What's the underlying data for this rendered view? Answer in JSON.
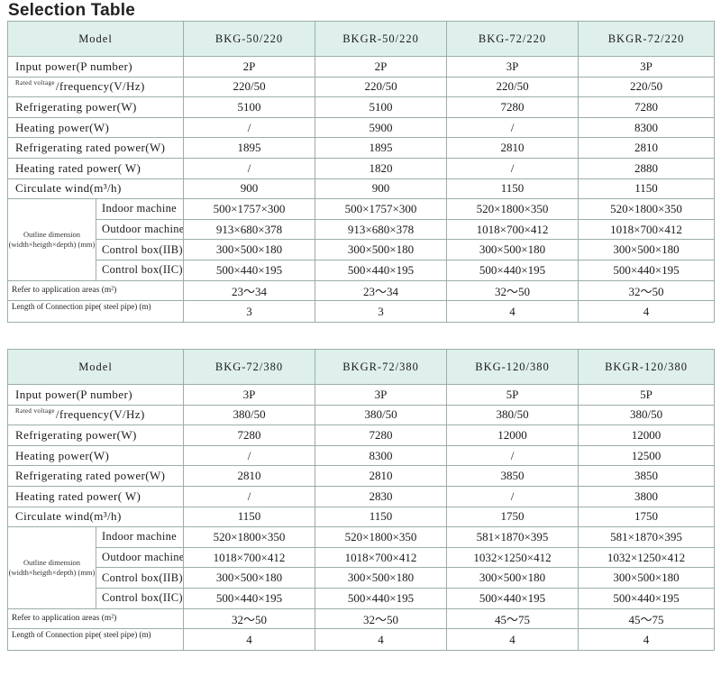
{
  "title": "Selection Table",
  "labels": {
    "model": "Model",
    "input_power": "Input power(P number)",
    "rated_voltage_small": "Rated voltage",
    "rated_voltage_rest": "/frequency(V/Hz)",
    "refrigerating_power": "Refrigerating power(W)",
    "heating_power": "Heating power(W)",
    "refrigerating_rated_power": "Refrigerating rated power(W)",
    "heating_rated_power": "Heating rated power( W)",
    "circulate_wind": "Circulate wind(m³/h)",
    "outline_dimension": "Outline dimension (width×heigth×depth) (mm)",
    "indoor_machine": "Indoor machine",
    "outdoor_machine": "Outdoor machine",
    "control_box_iib": "Control box(IIB)",
    "control_box_iic": "Control box(IIC)",
    "application_areas": "Refer to application areas (m²)",
    "connection_pipe": "Length of Connection pipe( steel pipe) (m)"
  },
  "table1": {
    "models": [
      "BKG-50/220",
      "BKGR-50/220",
      "BKG-72/220",
      "BKGR-72/220"
    ],
    "input_power": [
      "2P",
      "2P",
      "3P",
      "3P"
    ],
    "rated_voltage": [
      "220/50",
      "220/50",
      "220/50",
      "220/50"
    ],
    "refrigerating_power": [
      "5100",
      "5100",
      "7280",
      "7280"
    ],
    "heating_power": [
      "/",
      "5900",
      "/",
      "8300"
    ],
    "refrigerating_rated_power": [
      "1895",
      "1895",
      "2810",
      "2810"
    ],
    "heating_rated_power": [
      "/",
      "1820",
      "/",
      "2880"
    ],
    "circulate_wind": [
      "900",
      "900",
      "1150",
      "1150"
    ],
    "indoor_machine": [
      "500×1757×300",
      "500×1757×300",
      "520×1800×350",
      "520×1800×350"
    ],
    "outdoor_machine": [
      "913×680×378",
      "913×680×378",
      "1018×700×412",
      "1018×700×412"
    ],
    "control_box_iib": [
      "300×500×180",
      "300×500×180",
      "300×500×180",
      "300×500×180"
    ],
    "control_box_iic": [
      "500×440×195",
      "500×440×195",
      "500×440×195",
      "500×440×195"
    ],
    "application_areas": [
      "23～34",
      "23～34",
      "32～50",
      "32～50"
    ],
    "connection_pipe": [
      "3",
      "3",
      "4",
      "4"
    ]
  },
  "table2": {
    "models": [
      "BKG-72/380",
      "BKGR-72/380",
      "BKG-120/380",
      "BKGR-120/380"
    ],
    "input_power": [
      "3P",
      "3P",
      "5P",
      "5P"
    ],
    "rated_voltage": [
      "380/50",
      "380/50",
      "380/50",
      "380/50"
    ],
    "refrigerating_power": [
      "7280",
      "7280",
      "12000",
      "12000"
    ],
    "heating_power": [
      "/",
      "8300",
      "/",
      "12500"
    ],
    "refrigerating_rated_power": [
      "2810",
      "2810",
      "3850",
      "3850"
    ],
    "heating_rated_power": [
      "/",
      "2830",
      "/",
      "3800"
    ],
    "circulate_wind": [
      "1150",
      "1150",
      "1750",
      "1750"
    ],
    "indoor_machine": [
      "520×1800×350",
      "520×1800×350",
      "581×1870×395",
      "581×1870×395"
    ],
    "outdoor_machine": [
      "1018×700×412",
      "1018×700×412",
      "1032×1250×412",
      "1032×1250×412"
    ],
    "control_box_iib": [
      "300×500×180",
      "300×500×180",
      "300×500×180",
      "300×500×180"
    ],
    "control_box_iic": [
      "500×440×195",
      "500×440×195",
      "500×440×195",
      "500×440×195"
    ],
    "application_areas": [
      "32～50",
      "32～50",
      "45～75",
      "45～75"
    ],
    "connection_pipe": [
      "4",
      "4",
      "4",
      "4"
    ]
  }
}
